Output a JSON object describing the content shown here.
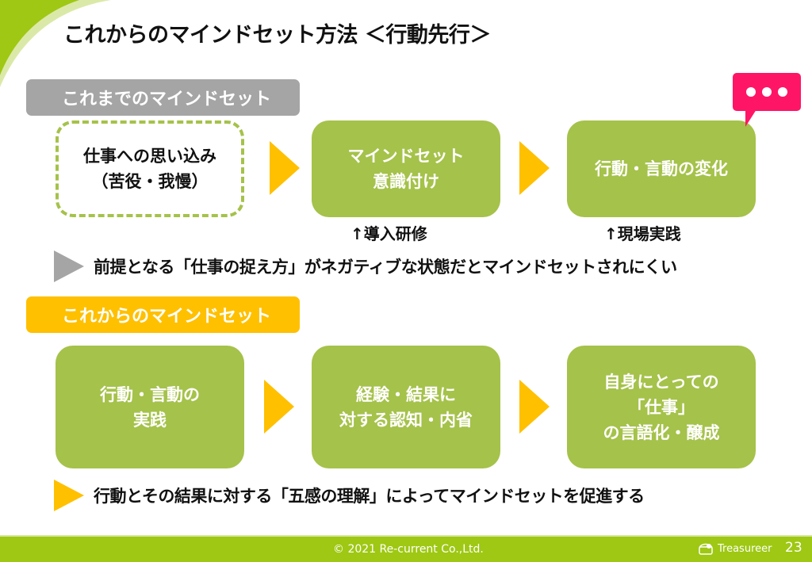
{
  "title": "これからのマインドセット方法 ＜行動先行＞",
  "colors": {
    "green": "#a5c24a",
    "orange": "#ffc000",
    "gray": "#a5a5a5",
    "pink": "#ff1566",
    "footer_green": "#9ec813"
  },
  "section_before": {
    "label": "これまでのマインドセット",
    "steps": [
      {
        "text": "仕事への思い込み\n（苦役・我慢）"
      },
      {
        "text": "マインドセット\n意識付け",
        "note": "↑導入研修"
      },
      {
        "text": "行動・言動の変化",
        "note": "↑現場実践"
      }
    ],
    "summary": "前提となる「仕事の捉え方」がネガティブな状態だとマインドセットされにくい"
  },
  "section_after": {
    "label": "これからのマインドセット",
    "steps": [
      {
        "text": "行動・言動の\n実践"
      },
      {
        "text": "経験・結果に\n対する認知・内省"
      },
      {
        "text": "自身にとっての\n「仕事」\nの言語化・醸成"
      }
    ],
    "summary": "行動とその結果に対する「五感の理解」によってマインドセットを促進する"
  },
  "chat_icon": "speech-bubble-ellipsis-icon",
  "footer": {
    "copyright": "© 2021 Re-current Co.,Ltd.",
    "brand": "Treasureer",
    "page_number": "23"
  }
}
